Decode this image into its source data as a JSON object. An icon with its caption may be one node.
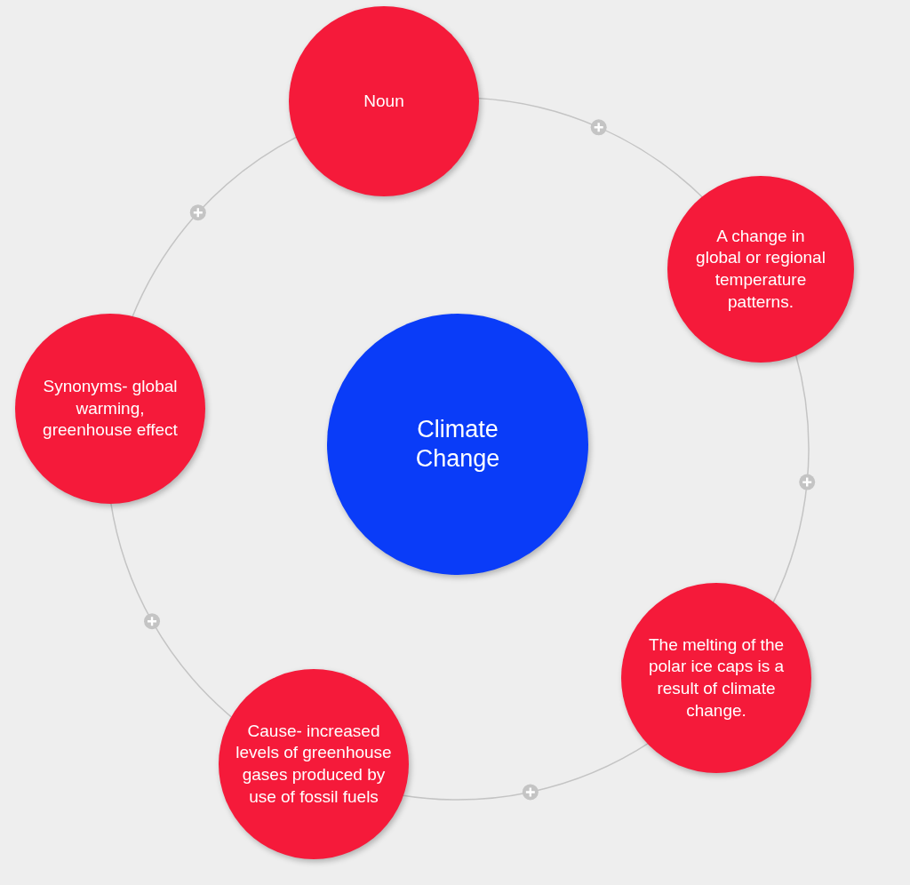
{
  "diagram": {
    "nodes": [
      {
        "text": [
          "Noun"
        ]
      },
      {
        "text": [
          "A change in global or regional temperature patterns."
        ]
      },
      {
        "text": [
          "Synonyms- global warming, greenhouse effect"
        ]
      },
      {
        "text": [
          "Climate Change"
        ]
      },
      {
        "text": [
          "The melting of the polar ice caps is a result of climate change."
        ]
      },
      {
        "text": [
          "Cause- increased levels of greenhouse gases produced by use of fossil fuels"
        ]
      }
    ],
    "edges": [
      {
        "from": 0,
        "to": 1,
        "arrow": "none"
      },
      {
        "from": 1,
        "to": 4,
        "arrow": "none"
      },
      {
        "from": 4,
        "to": 5,
        "arrow": "none"
      },
      {
        "from": 5,
        "to": 2,
        "arrow": "none"
      },
      {
        "from": 2,
        "to": 0,
        "arrow": "none"
      }
    ]
  }
}
